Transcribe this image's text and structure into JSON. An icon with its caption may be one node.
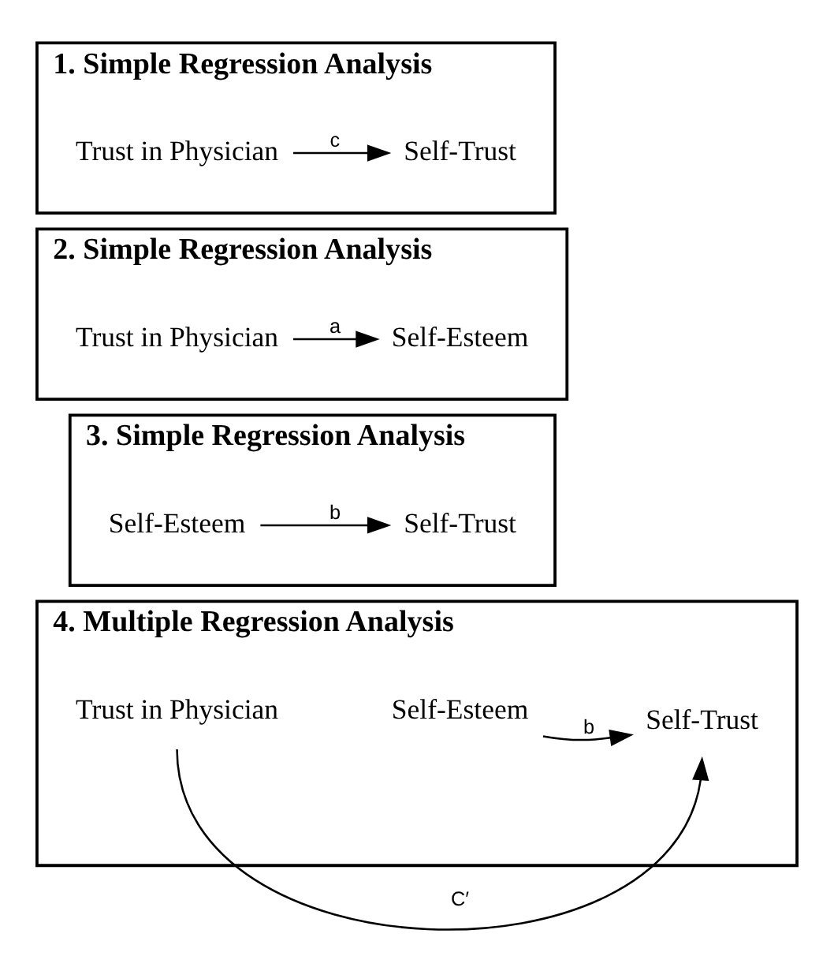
{
  "diagram": {
    "nodes": [
      {
        "text": [
          "1. Simple Regression Analysis"
        ]
      },
      {
        "text": [
          "Trust in Physician"
        ],
        "in": 0
      },
      {
        "text": [
          "Self-Trust"
        ],
        "in": 0
      },
      {
        "text": [
          "2. Simple Regression Analysis"
        ]
      },
      {
        "text": [
          "Trust in Physician"
        ],
        "in": 3
      },
      {
        "text": [
          "Self-Esteem"
        ],
        "in": 3
      },
      {
        "text": [
          "3. Simple Regression Analysis"
        ]
      },
      {
        "text": [
          "Self-Esteem"
        ],
        "in": 6
      },
      {
        "text": [
          "Self-Trust"
        ],
        "in": 6
      },
      {
        "text": [
          "4. Multiple Regression Analysis"
        ]
      },
      {
        "text": [
          "Trust in Physician"
        ],
        "in": 9
      },
      {
        "text": [
          "Self-Esteem"
        ],
        "in": 9
      },
      {
        "text": [
          "Self-Trust"
        ],
        "in": 9
      }
    ],
    "edges": [
      {
        "from": 1,
        "to": 2,
        "arrow": "to",
        "label": "c"
      },
      {
        "from": 4,
        "to": 5,
        "arrow": "to",
        "label": "a"
      },
      {
        "from": 7,
        "to": 8,
        "arrow": "to",
        "label": "b"
      },
      {
        "from": 10,
        "to": 12,
        "arrow": "to",
        "label": "C′"
      },
      {
        "from": 11,
        "to": 12,
        "arrow": "to",
        "label": "b"
      }
    ]
  }
}
